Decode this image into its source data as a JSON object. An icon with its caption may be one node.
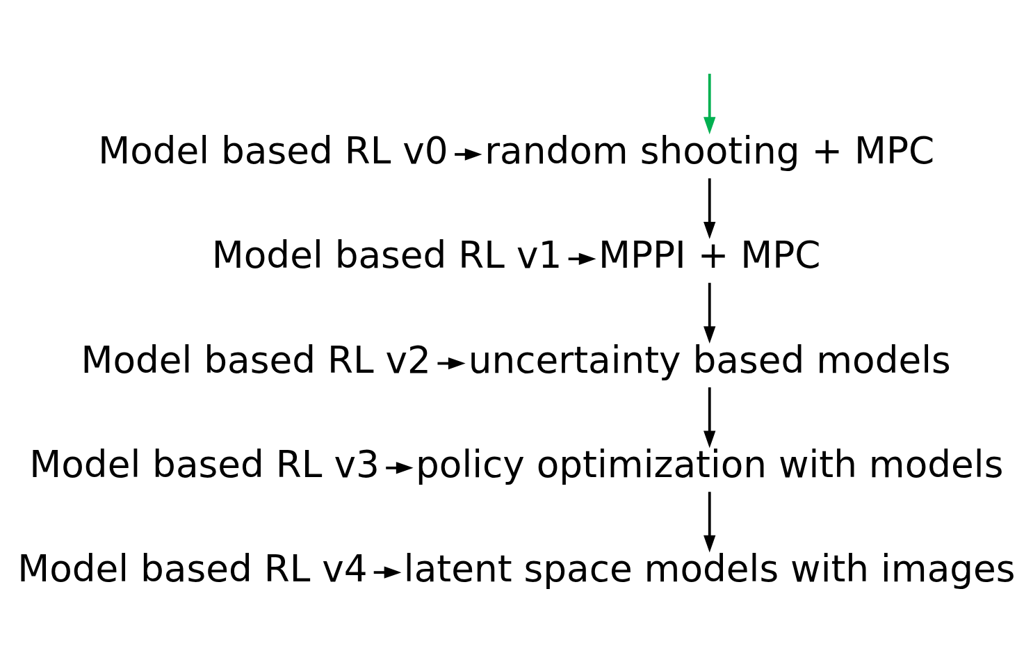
{
  "diagram": {
    "nodes": [
      {
        "text": [
          "Model based RL v0"
        ]
      },
      {
        "text": [
          "random shooting + MPC"
        ]
      },
      {
        "text": [
          "Model based RL v1"
        ]
      },
      {
        "text": [
          "MPPI + MPC"
        ]
      },
      {
        "text": [
          "Model based RL v2"
        ]
      },
      {
        "text": [
          "uncertainty based models"
        ]
      },
      {
        "text": [
          "Model based RL v3"
        ]
      },
      {
        "text": [
          "policy optimization with models"
        ]
      },
      {
        "text": [
          "Model based RL v4"
        ]
      },
      {
        "text": [
          "latent space models with images"
        ]
      }
    ],
    "edges": [
      {
        "from": null,
        "to": 1,
        "arrow": "to",
        "color": "#00b050"
      },
      {
        "from": 0,
        "to": 1,
        "arrow": "to"
      },
      {
        "from": 1,
        "to": 3,
        "arrow": "to"
      },
      {
        "from": 2,
        "to": 3,
        "arrow": "to"
      },
      {
        "from": 3,
        "to": 5,
        "arrow": "to"
      },
      {
        "from": 4,
        "to": 5,
        "arrow": "to"
      },
      {
        "from": 5,
        "to": 7,
        "arrow": "to"
      },
      {
        "from": 6,
        "to": 7,
        "arrow": "to"
      },
      {
        "from": 7,
        "to": 9,
        "arrow": "to"
      },
      {
        "from": 8,
        "to": 9,
        "arrow": "to"
      }
    ]
  }
}
